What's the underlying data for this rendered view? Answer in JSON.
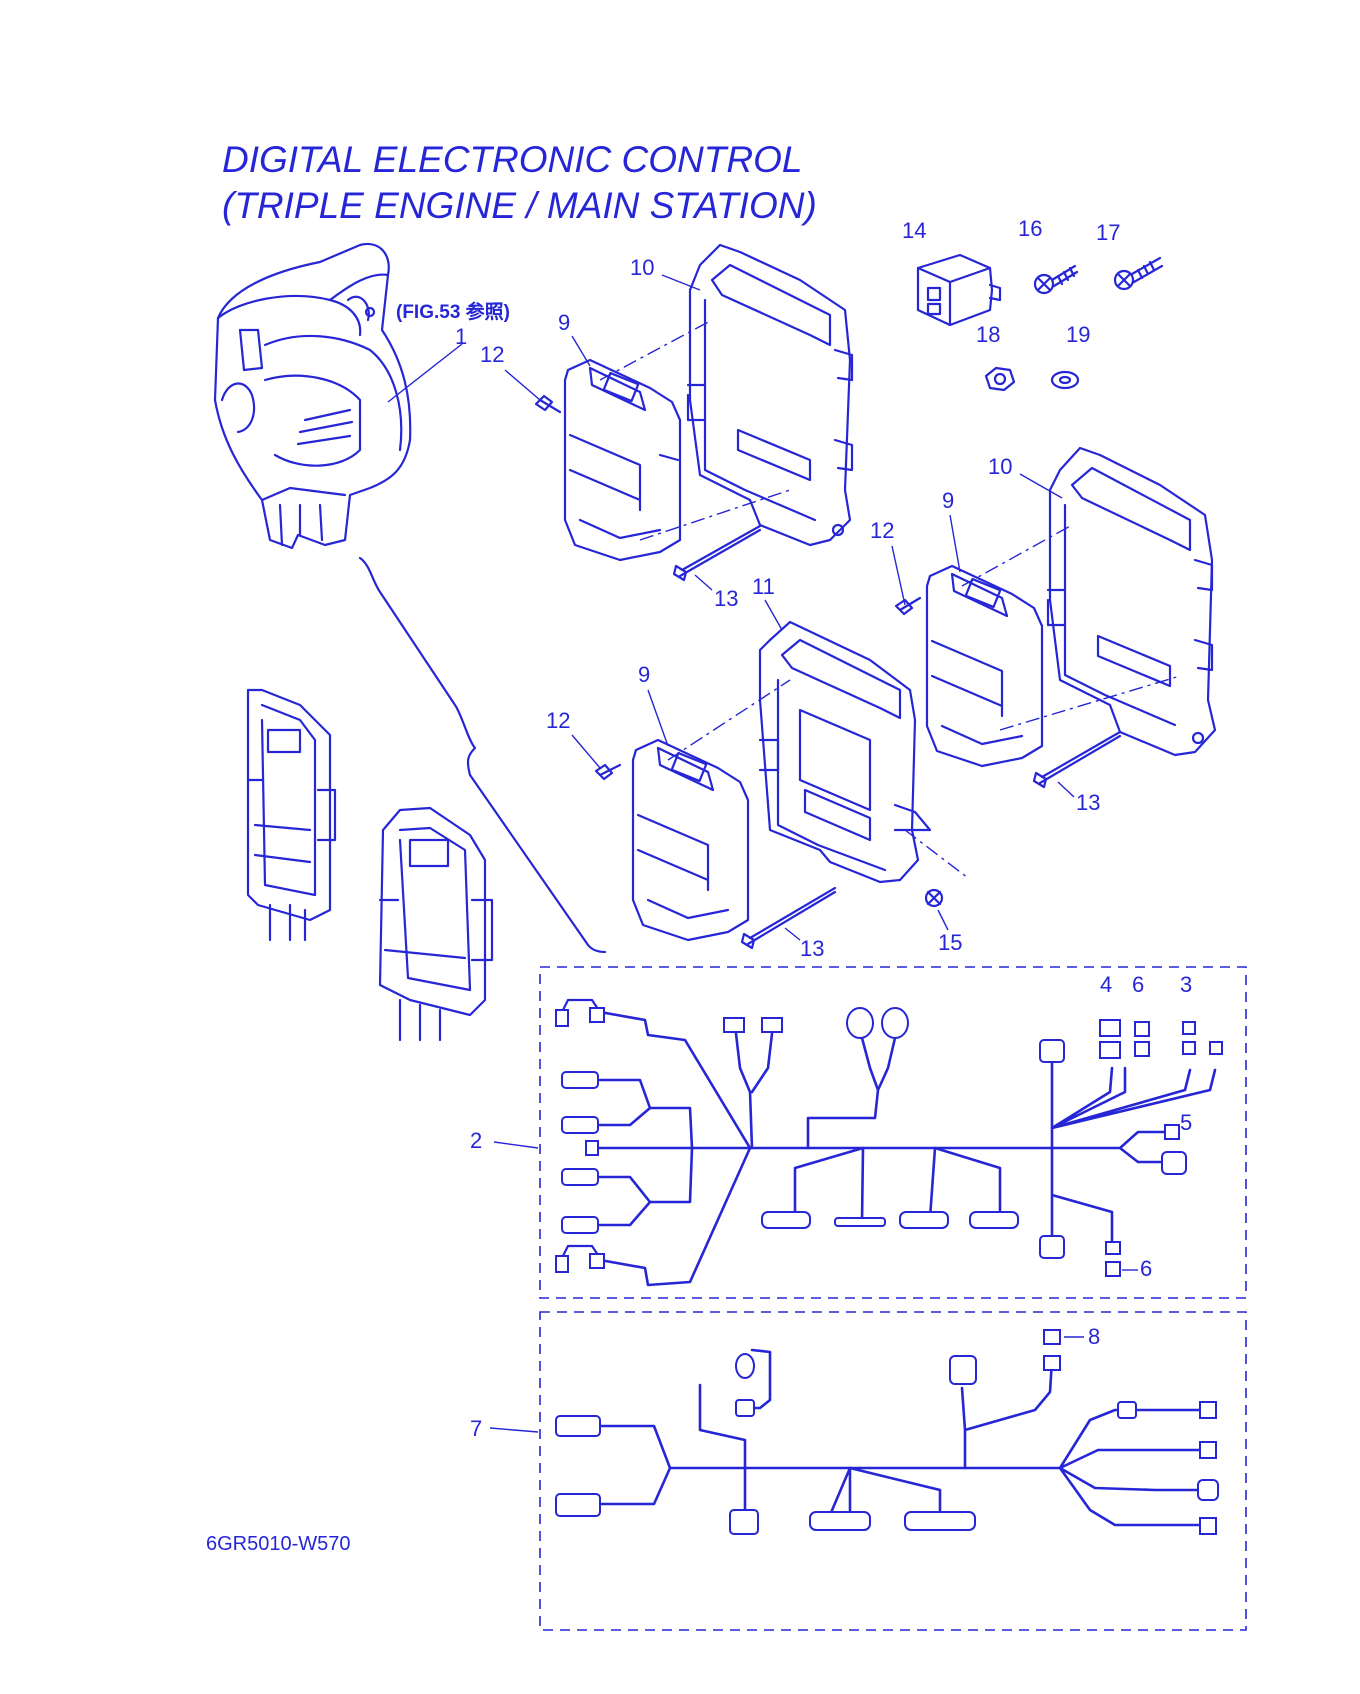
{
  "title": {
    "line1": "DIGITAL ELECTRONIC CONTROL",
    "line2": "(TRIPLE ENGINE / MAIN STATION)"
  },
  "figure_ref": "(FIG.53 参照)",
  "figure_code": "6GR5010-W570",
  "callouts": [
    "1",
    "2",
    "3",
    "4",
    "5",
    "6",
    "6",
    "7",
    "8",
    "9",
    "9",
    "9",
    "10",
    "10",
    "11",
    "12",
    "12",
    "12",
    "13",
    "13",
    "13",
    "14",
    "15",
    "16",
    "17",
    "18",
    "19"
  ],
  "colors": {
    "ink": "#2626d6",
    "background": "#ffffff"
  }
}
